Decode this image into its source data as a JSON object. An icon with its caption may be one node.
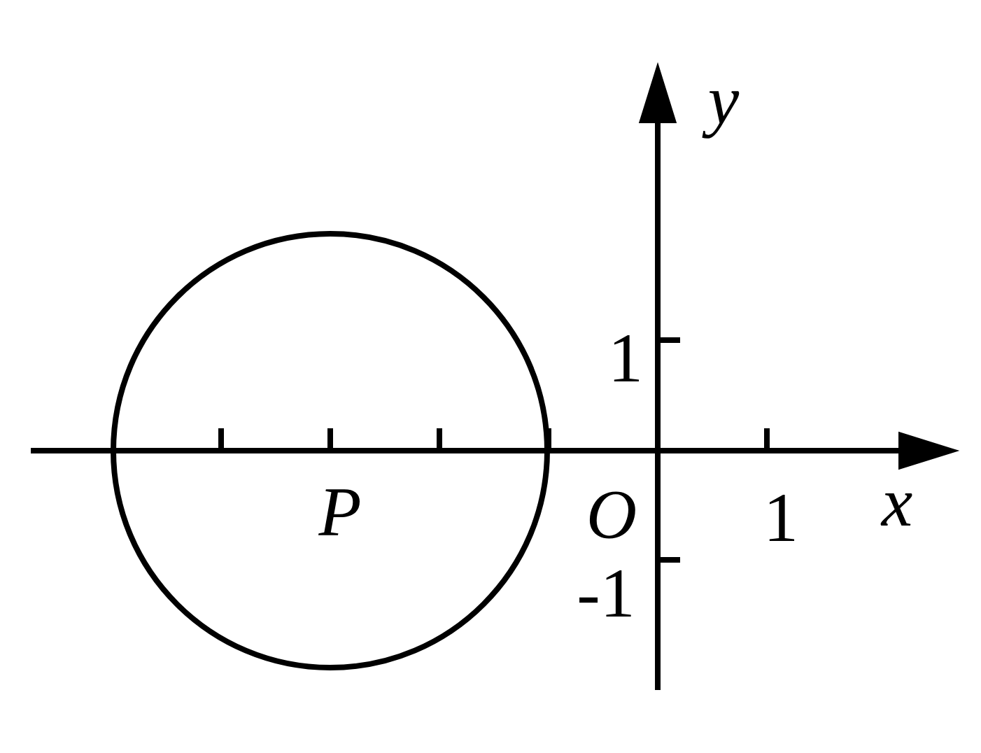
{
  "diagram": {
    "labels": [
      "y",
      "1",
      "P",
      "O",
      "1",
      "x",
      "-1"
    ]
  }
}
